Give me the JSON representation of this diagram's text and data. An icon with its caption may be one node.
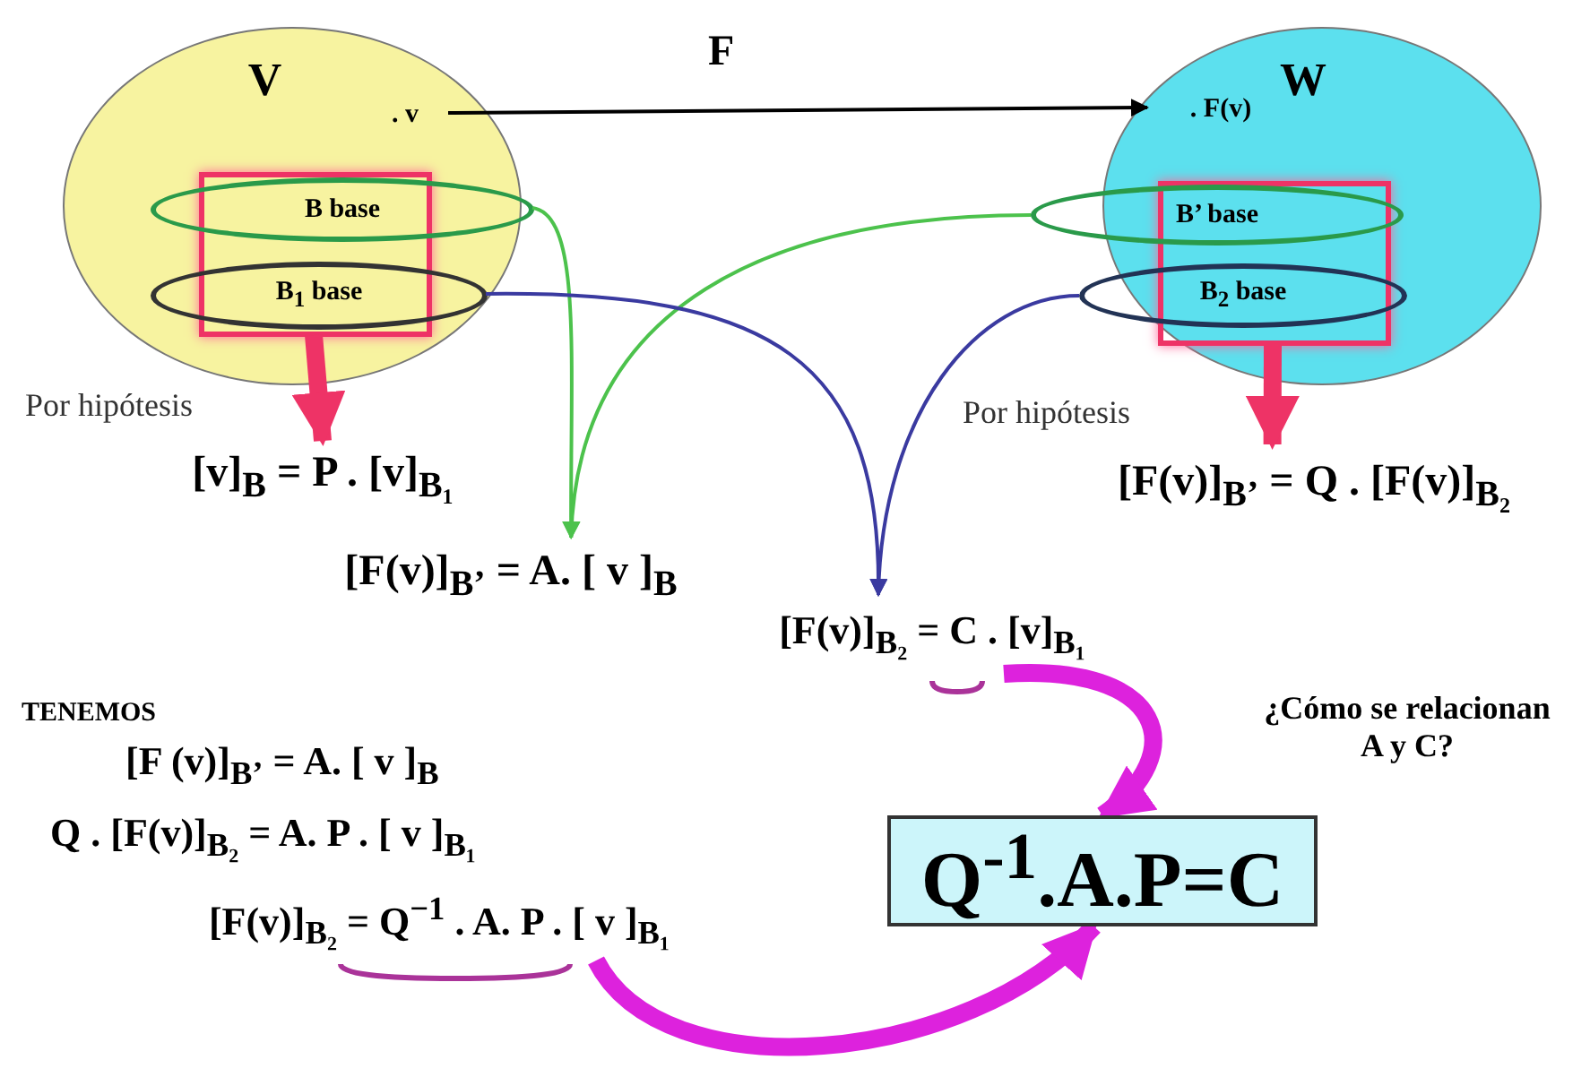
{
  "diagram": {
    "nodes": [
      {
        "text": [
          "V"
        ]
      },
      {
        "text": [
          ". v"
        ],
        "in": 0
      },
      {
        "text": [],
        "shape": "box",
        "in": 0
      },
      {
        "text": [
          "B base"
        ],
        "in": 0
      },
      {
        "text": [
          "B$_{1}$ base"
        ],
        "in": 0
      },
      {
        "text": [
          "W"
        ]
      },
      {
        "text": [
          ". F(v)"
        ],
        "in": 5
      },
      {
        "text": [],
        "shape": "box",
        "in": 5
      },
      {
        "text": [
          "B’ base"
        ]
      },
      {
        "text": [
          "B$_{2}$ base"
        ]
      },
      {
        "text": [
          "[v]$_{B}$ = P . [v]$_{B₁}$"
        ],
        "beside": [
          "Por hipótesis"
        ]
      },
      {
        "text": [
          "[F(v)]$_{B’}$ = A. [ v ]$_{B}$"
        ]
      },
      {
        "text": [
          "[F(v)]$_{B₂}$ = C . [v]$_{B₁}$"
        ]
      },
      {
        "text": [
          "[F(v)]$_{B’}$ = Q . [F(v)]$_{B₂}$"
        ],
        "beside": [
          "Por hipótesis"
        ]
      },
      {
        "text": [
          "[F(v)]$_{B₂}$ = Q$^{−1}$ . A. P . [ v ]$_{B₁}$"
        ]
      },
      {
        "text": [
          "Q$^{-1}$.A.P=C"
        ]
      }
    ],
    "edges": [
      {
        "from": 1,
        "to": 6,
        "arrow": "to",
        "label": "F",
        "color": "#000000"
      },
      {
        "from": 3,
        "to": 11,
        "arrow": "to",
        "color": "#4cc24c"
      },
      {
        "from": 8,
        "to": 11,
        "arrow": "to",
        "color": "#4cc24c"
      },
      {
        "from": 4,
        "to": 12,
        "arrow": "to",
        "color": "#3a3aa0"
      },
      {
        "from": 9,
        "to": 12,
        "arrow": "to",
        "color": "#3a3aa0"
      },
      {
        "from": 2,
        "to": 10,
        "arrow": "to",
        "style": "thick",
        "color": "#ee3366"
      },
      {
        "from": 7,
        "to": 13,
        "arrow": "to",
        "style": "thick",
        "color": "#ee3366"
      },
      {
        "from": 12,
        "to": 15,
        "arrow": "to",
        "style": "thick",
        "color": "#dd22dd"
      },
      {
        "from": 14,
        "to": 15,
        "arrow": "to",
        "style": "thick",
        "color": "#dd22dd"
      }
    ],
    "labels": [
      "TENEMOS",
      "[F (v)]$_{B’}$ = A. [ v ]$_{B}$",
      "Q . [F(v)]$_{B₂}$ = A. P . [ v ]$_{B₁}$",
      "¿Cómo se relacionan A y C?"
    ]
  }
}
